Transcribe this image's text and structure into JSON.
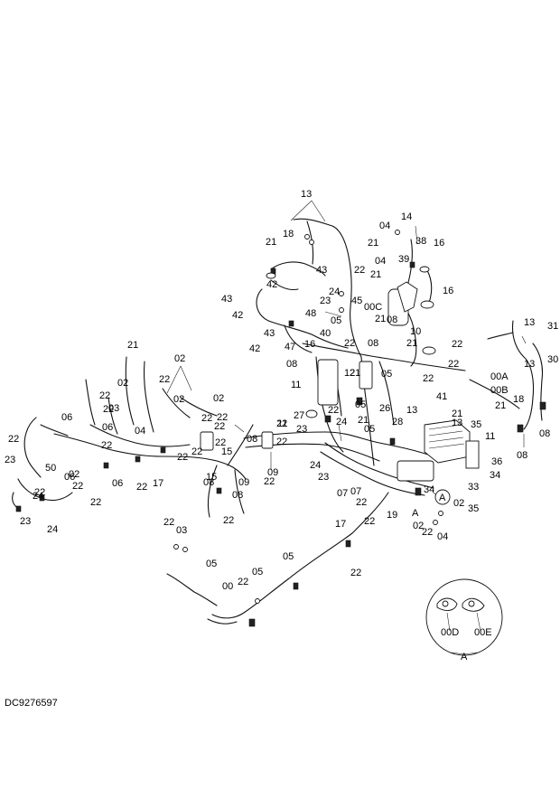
{
  "drawing_code": "DC9276597",
  "detail": {
    "view_label": "A",
    "callout_marker": "A",
    "labels": [
      "00D",
      "00E"
    ]
  },
  "callouts": [
    "13",
    "18",
    "21",
    "42",
    "43",
    "43",
    "42",
    "42",
    "43",
    "14",
    "04",
    "21",
    "38",
    "16",
    "04",
    "39",
    "22",
    "21",
    "16",
    "23",
    "24",
    "45",
    "48",
    "00C",
    "05",
    "21",
    "08",
    "10",
    "08",
    "21",
    "22",
    "40",
    "16",
    "47",
    "08",
    "21",
    "05",
    "22",
    "13",
    "41",
    "22",
    "21",
    "13",
    "35",
    "11",
    "36",
    "34",
    "33",
    "35",
    "34",
    "36",
    "02",
    "02",
    "19",
    "A",
    "22",
    "04",
    "17",
    "22",
    "23",
    "24",
    "22",
    "05",
    "12",
    "11",
    "27",
    "28",
    "22",
    "26",
    "21",
    "05",
    "11",
    "22",
    "09",
    "24",
    "23",
    "07",
    "22",
    "07",
    "22",
    "13",
    "31",
    "30",
    "13",
    "00A",
    "00B",
    "18",
    "21",
    "08",
    "08",
    "21",
    "02",
    "22",
    "02",
    "02",
    "22",
    "03",
    "02",
    "22",
    "22",
    "22",
    "22",
    "08",
    "22",
    "15",
    "08",
    "15",
    "09",
    "22",
    "08",
    "22",
    "22",
    "22",
    "06",
    "22",
    "06",
    "22",
    "04",
    "22",
    "17",
    "06",
    "22",
    "06",
    "22",
    "02",
    "50",
    "24",
    "23",
    "22",
    "22",
    "23",
    "24",
    "22",
    "03",
    "05",
    "00",
    "05",
    "22",
    "05"
  ]
}
